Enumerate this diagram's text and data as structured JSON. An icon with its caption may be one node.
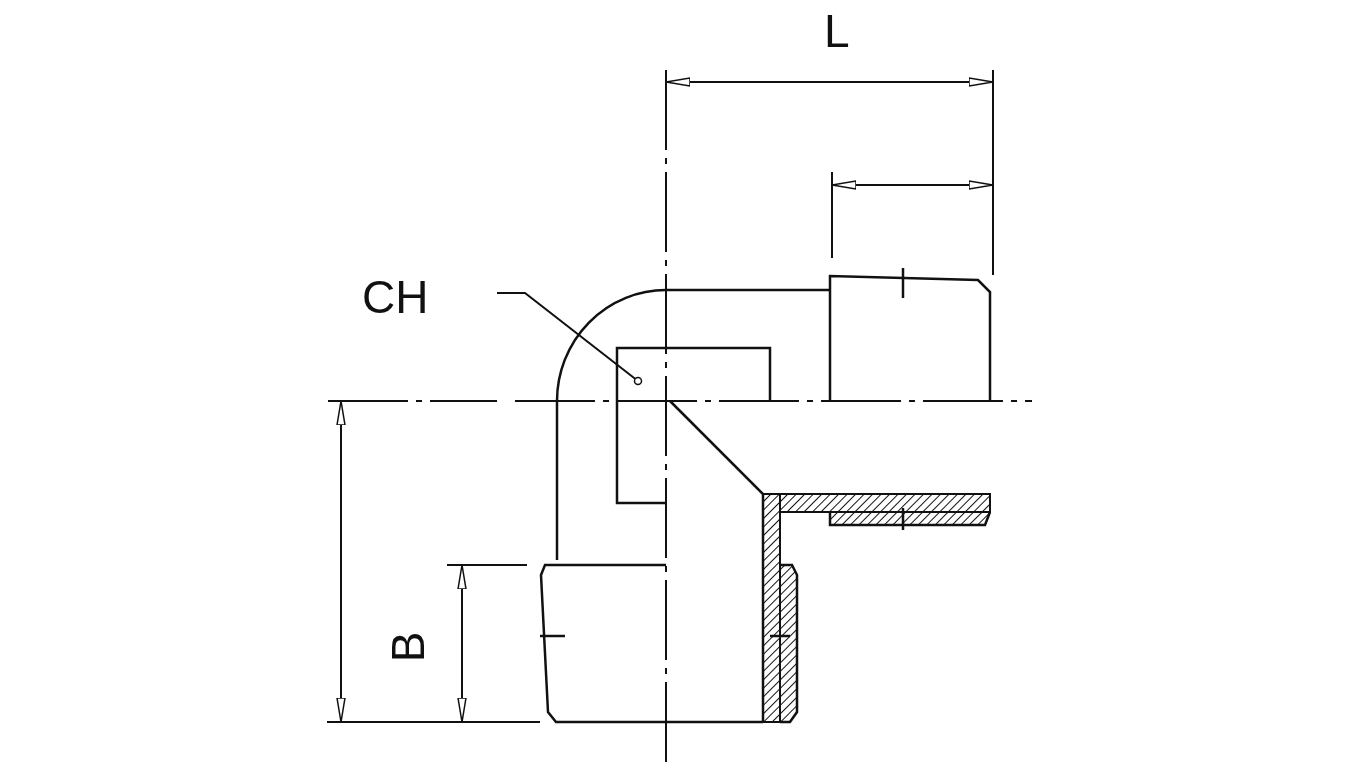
{
  "diagram": {
    "nodes": [
      {
        "text": [
          "CH"
        ]
      },
      {
        "text": [],
        "shape": "picture"
      }
    ],
    "edges": [
      {
        "from": 0,
        "to": 1,
        "arrow": "other"
      }
    ],
    "labels": [
      "L",
      "B"
    ]
  }
}
